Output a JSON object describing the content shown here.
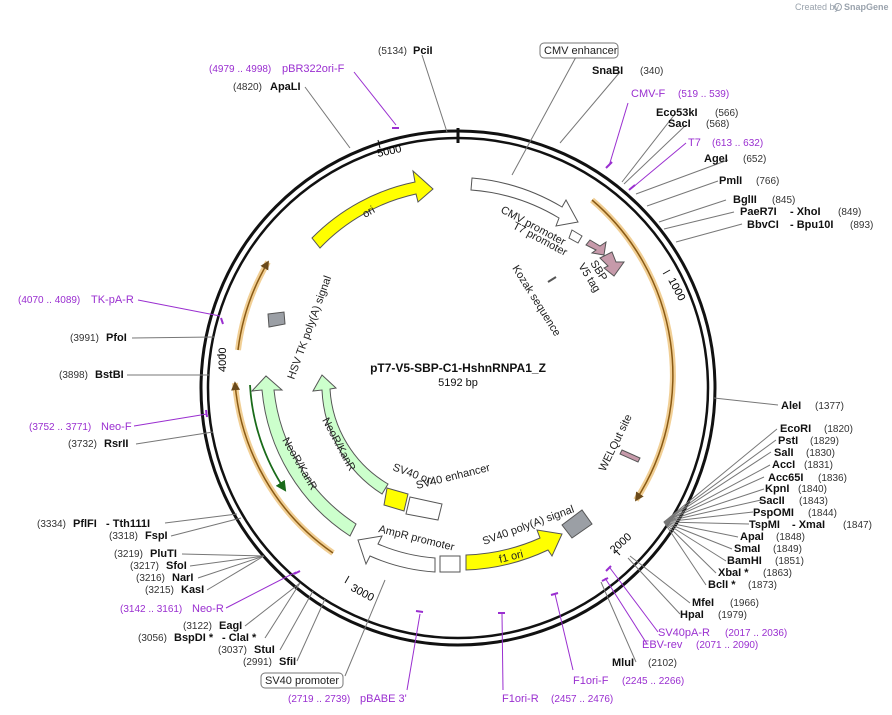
{
  "credit": {
    "text": "Created by",
    "brand": "SnapGene"
  },
  "plasmid": {
    "name": "pT7-V5-SBP-C1-HshnRNPA1_Z",
    "length": "5192 bp"
  },
  "scale": {
    "ticks": [
      "1000",
      "2000",
      "3000",
      "4000",
      "5000"
    ]
  },
  "boxed_labels": {
    "cmv_enhancer": "CMV enhancer",
    "sv40_promoter": "SV40 promoter"
  },
  "features": {
    "ori": "ori",
    "cmv_promoter": "CMV promoter",
    "t7_promoter": "T7 promoter",
    "sbp": "SBP",
    "v5_tag": "V5 tag",
    "kozak": "Kozak sequence",
    "welqut": "WELQut site",
    "sv40_polya": "SV40 poly(A) signal",
    "f1_ori": "f1 ori",
    "ampr_promoter": "AmpR promoter",
    "sv40_ori": "SV40 ori",
    "sv40_enhancer": "SV40 enhancer",
    "neor_inner": "NeoR/KanR",
    "neor_outer": "NeoR/KanR",
    "hsv_polya": "HSV TK poly(A) signal"
  },
  "enzymes": [
    {
      "name": "PciI",
      "pos": "(5134)"
    },
    {
      "name": "SnaBI",
      "pos": "(340)"
    },
    {
      "name": "ApaLI",
      "pos": "(4820)"
    },
    {
      "name": "Eco53kI",
      "pos": "(566)"
    },
    {
      "name": "SacI",
      "pos": "(568)"
    },
    {
      "name": "AgeI",
      "pos": "(652)"
    },
    {
      "name": "PmlI",
      "pos": "(766)"
    },
    {
      "name": "BglII",
      "pos": "(845)"
    },
    {
      "name": "PaeR7I",
      "extra": "- XhoI",
      "pos": "(849)"
    },
    {
      "name": "BbvCI",
      "extra": "- Bpu10I",
      "pos": "(893)"
    },
    {
      "name": "PfoI",
      "pos": "(3991)"
    },
    {
      "name": "BstBI",
      "pos": "(3898)"
    },
    {
      "name": "RsrII",
      "pos": "(3732)"
    },
    {
      "name": "AleI",
      "pos": "(1377)"
    },
    {
      "name": "EcoRI",
      "pos": "(1820)"
    },
    {
      "name": "PstI",
      "pos": "(1829)"
    },
    {
      "name": "SalI",
      "pos": "(1830)"
    },
    {
      "name": "AccI",
      "pos": "(1831)"
    },
    {
      "name": "Acc65I",
      "pos": "(1836)"
    },
    {
      "name": "KpnI",
      "pos": "(1840)"
    },
    {
      "name": "SacII",
      "pos": "(1843)"
    },
    {
      "name": "PspOMI",
      "pos": "(1844)"
    },
    {
      "name": "TspMI",
      "extra": "- XmaI",
      "pos": "(1847)"
    },
    {
      "name": "ApaI",
      "pos": "(1848)"
    },
    {
      "name": "SmaI",
      "pos": "(1849)"
    },
    {
      "name": "BamHI",
      "pos": "(1851)"
    },
    {
      "name": "XbaI *",
      "pos": "(1863)"
    },
    {
      "name": "BclI *",
      "pos": "(1873)"
    },
    {
      "name": "MfeI",
      "pos": "(1966)"
    },
    {
      "name": "HpaI",
      "pos": "(1979)"
    },
    {
      "name": "MluI",
      "pos": "(2102)"
    },
    {
      "name": "PflFI",
      "extra": "- Tth111I",
      "pos": "(3334)"
    },
    {
      "name": "FspI",
      "pos": "(3318)"
    },
    {
      "name": "PluTI",
      "pos": "(3219)"
    },
    {
      "name": "SfoI",
      "pos": "(3217)"
    },
    {
      "name": "NarI",
      "pos": "(3216)"
    },
    {
      "name": "KasI",
      "pos": "(3215)"
    },
    {
      "name": "EagI",
      "pos": "(3122)"
    },
    {
      "name": "BspDI *",
      "extra": "- ClaI *",
      "pos": "(3056)"
    },
    {
      "name": "StuI",
      "pos": "(3037)"
    },
    {
      "name": "SfiI",
      "pos": "(2991)"
    }
  ],
  "primers": [
    {
      "name": "pBR322ori-F",
      "range": "(4979 .. 4998)"
    },
    {
      "name": "CMV-F",
      "range": "(519 .. 539)"
    },
    {
      "name": "T7",
      "range": "(613 .. 632)"
    },
    {
      "name": "TK-pA-R",
      "range": "(4070 .. 4089)"
    },
    {
      "name": "Neo-F",
      "range": "(3752 .. 3771)"
    },
    {
      "name": "Neo-R",
      "range": "(3142 .. 3161)"
    },
    {
      "name": "SV40pA-R",
      "range": "(2017 .. 2036)"
    },
    {
      "name": "EBV-rev",
      "range": "(2071 .. 2090)"
    },
    {
      "name": "F1ori-F",
      "range": "(2245 .. 2266)"
    },
    {
      "name": "F1ori-R",
      "range": "(2457 .. 2476)"
    },
    {
      "name": "pBABE 3'",
      "range": "(2719 .. 2739)"
    }
  ],
  "colors": {
    "backbone": "#111111",
    "primer": "#9a2fd0",
    "ori": "#ffff00",
    "neo": "#ccffcc",
    "promoter": "#ffffff",
    "tag": "#c69aaa",
    "orf_outline": "#e8b96a",
    "gray_feature": "#9b9fa5"
  }
}
